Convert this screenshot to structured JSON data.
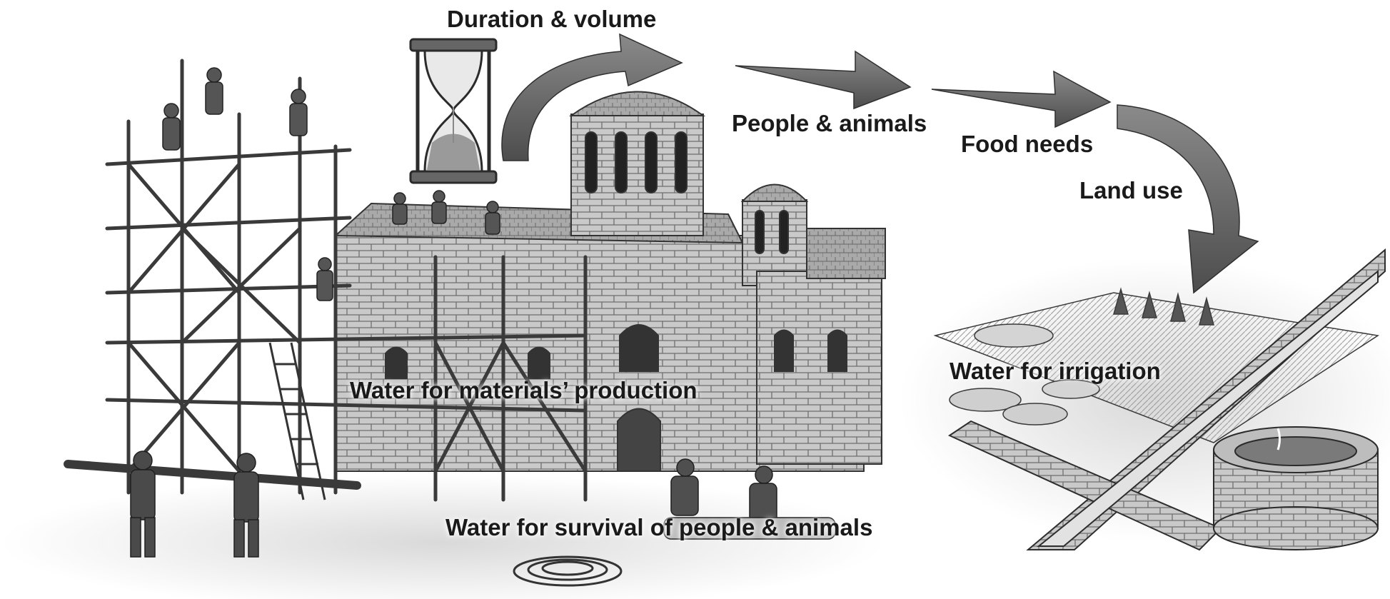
{
  "labels": {
    "duration": "Duration & volume",
    "people": "People & animals",
    "food": "Food needs",
    "land": "Land use",
    "materials": "Water for materials’ production",
    "survival": "Water for  survival of people & animals",
    "irrigation": "Water for  irrigation"
  },
  "icons": {
    "timer": "hourglass-icon",
    "flow": "arrow-icon"
  },
  "colors": {
    "arrow": "#6b6b6b",
    "arrow_dark": "#3d3d3d",
    "ink": "#2a2a2a",
    "stone": "#bdbdbd",
    "background": "#ffffff"
  }
}
